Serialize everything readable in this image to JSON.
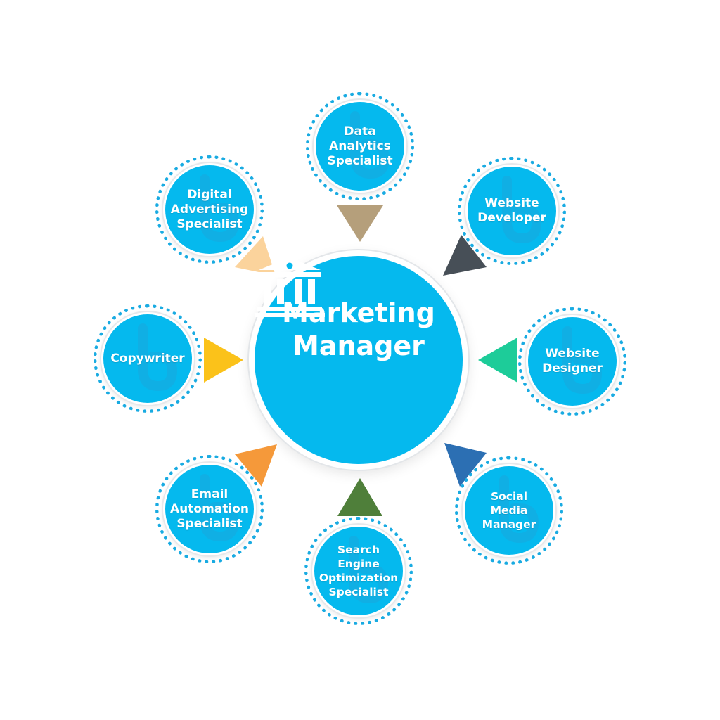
{
  "center": {
    "title": "Marketing\nManager",
    "icon": "bank-icon",
    "color": "#05b9ee"
  },
  "watermark_icon": "b-letter-icon",
  "roles": [
    {
      "id": "data-analytics-specialist",
      "label": "Data\nAnalytics\nSpecialist",
      "pointer_color": "#b59f7b"
    },
    {
      "id": "website-developer",
      "label": "Website\nDeveloper",
      "pointer_color": "#474f57"
    },
    {
      "id": "website-designer",
      "label": "Website\nDesigner",
      "pointer_color": "#1dcc99"
    },
    {
      "id": "social-media-manager",
      "label": "Social\nMedia\nManager",
      "pointer_color": "#2c6fb3"
    },
    {
      "id": "search-engine-optimization-specialist",
      "label": "Search\nEngine\nOptimization\nSpecialist",
      "pointer_color": "#4f7f3a"
    },
    {
      "id": "email-automation-specialist",
      "label": "Email\nAutomation\nSpecialist",
      "pointer_color": "#f5993a"
    },
    {
      "id": "copywriter",
      "label": "Copywriter",
      "pointer_color": "#fbc21a"
    },
    {
      "id": "digital-advertising-specialist",
      "label": "Digital\nAdvertising\nSpecialist",
      "pointer_color": "#fbd39c"
    }
  ]
}
